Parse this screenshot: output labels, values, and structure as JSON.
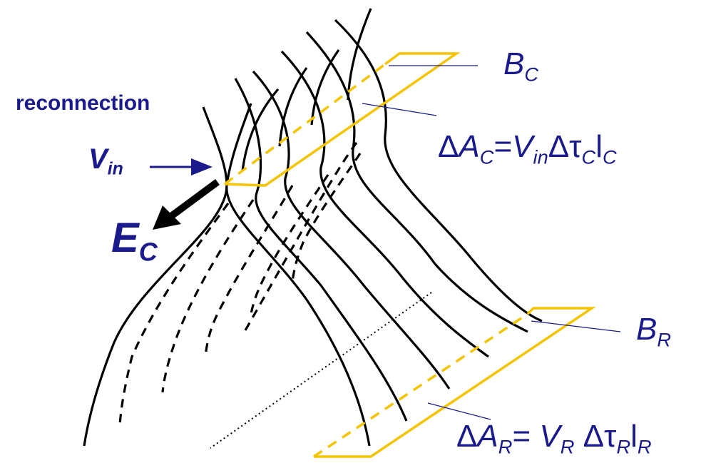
{
  "labels": {
    "reconnection": "reconnection",
    "v": "V",
    "v_sub": "in",
    "e": "E",
    "e_sub": "C",
    "bc": "B",
    "bc_sub": "C",
    "br": "B",
    "br_sub": "R",
    "dac_delta": "Δ",
    "dac_a": "A",
    "dac_a_sub": "C",
    "dac_eq": "=",
    "dac_v": "V",
    "dac_v_sub": "in",
    "dac_dtau": "Δτ",
    "dac_tau_sub": "C",
    "dac_l": "l",
    "dac_l_sub": "C",
    "dar_delta": "Δ",
    "dar_a": "A",
    "dar_a_sub": "R",
    "dar_eq": "= ",
    "dar_v": "V",
    "dar_v_sub": "R",
    "dar_dtau": " Δτ",
    "dar_tau_sub": "R",
    "dar_l": "l",
    "dar_l_sub": "R"
  },
  "colors": {
    "field_lines": "#000000",
    "flux_tubes": "#f5c400",
    "text": "#1a1a8c",
    "arrows": "#1a1a8c"
  }
}
